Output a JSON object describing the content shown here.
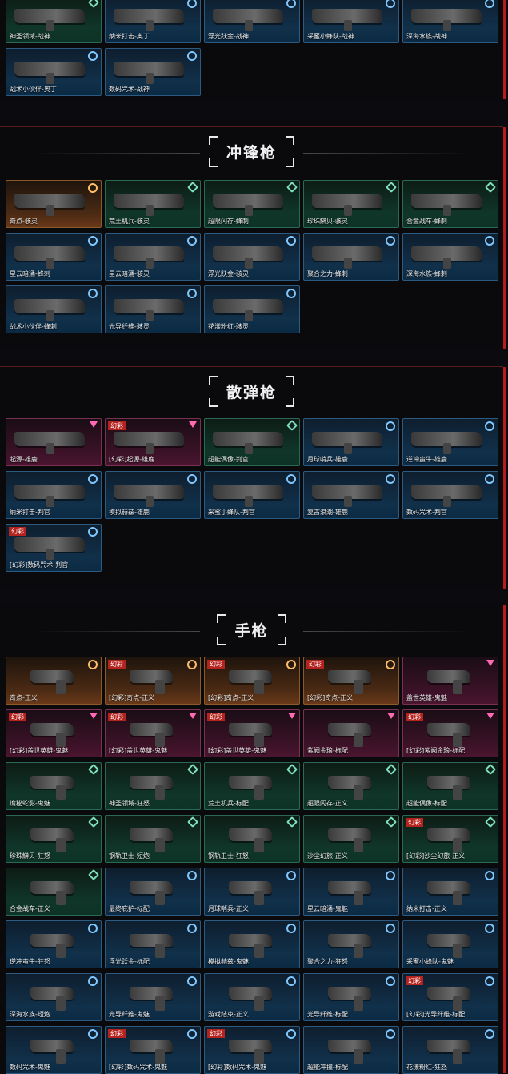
{
  "sections": [
    {
      "title": "",
      "cards": [
        {
          "name": "神圣领域-战神",
          "tier": "green",
          "badge": ""
        },
        {
          "name": "纳米打击-奥丁",
          "tier": "blue",
          "badge": ""
        },
        {
          "name": "浮光跃金-战神",
          "tier": "blue",
          "badge": ""
        },
        {
          "name": "采蜜小蜂队-战神",
          "tier": "blue",
          "badge": ""
        },
        {
          "name": "深海水族-战神",
          "tier": "blue",
          "badge": ""
        },
        {
          "name": "战术小伙伴-奥丁",
          "tier": "blue",
          "badge": ""
        },
        {
          "name": "数码咒术-战神",
          "tier": "blue",
          "badge": ""
        }
      ]
    },
    {
      "title": "冲锋枪",
      "cards": [
        {
          "name": "奇点-骇灵",
          "tier": "orange",
          "badge": ""
        },
        {
          "name": "荒土机兵-骇灵",
          "tier": "green",
          "badge": ""
        },
        {
          "name": "超限闪存-蜂刺",
          "tier": "green",
          "badge": ""
        },
        {
          "name": "珍珠鰰贝-骇灵",
          "tier": "green",
          "badge": ""
        },
        {
          "name": "合金战车-蜂刺",
          "tier": "green",
          "badge": ""
        },
        {
          "name": "星云暗涌-蜂刺",
          "tier": "blue",
          "badge": ""
        },
        {
          "name": "星云暗涌-骇灵",
          "tier": "blue",
          "badge": ""
        },
        {
          "name": "浮光跃金-骇灵",
          "tier": "blue",
          "badge": ""
        },
        {
          "name": "聚合之力-蜂刺",
          "tier": "blue",
          "badge": ""
        },
        {
          "name": "深海水族-蜂刺",
          "tier": "blue",
          "badge": ""
        },
        {
          "name": "战术小伙伴-蜂刺",
          "tier": "blue",
          "badge": ""
        },
        {
          "name": "光导纤维-骇灵",
          "tier": "blue",
          "badge": ""
        },
        {
          "name": "花漾粉红-骇灵",
          "tier": "blue",
          "badge": ""
        }
      ]
    },
    {
      "title": "散弹枪",
      "cards": [
        {
          "name": "起源-雄鹿",
          "tier": "pink",
          "badge": ""
        },
        {
          "name": "[幻彩]起源-雄鹿",
          "tier": "pink",
          "badge": "幻彩"
        },
        {
          "name": "超能偶像-判官",
          "tier": "green",
          "badge": ""
        },
        {
          "name": "月球哨兵-雄鹿",
          "tier": "blue",
          "badge": ""
        },
        {
          "name": "逆冲蛮牛-雄鹿",
          "tier": "blue",
          "badge": ""
        },
        {
          "name": "纳米打击-判官",
          "tier": "blue",
          "badge": ""
        },
        {
          "name": "模拟赫兹-雄鹿",
          "tier": "blue",
          "badge": ""
        },
        {
          "name": "采蜜小蜂队-判官",
          "tier": "blue",
          "badge": ""
        },
        {
          "name": "复古浪潮-雄鹿",
          "tier": "blue",
          "badge": ""
        },
        {
          "name": "数码咒术-判官",
          "tier": "blue",
          "badge": ""
        },
        {
          "name": "[幻彩]数码咒术-判官",
          "tier": "blue",
          "badge": "幻彩"
        }
      ]
    },
    {
      "title": "手枪",
      "cards": [
        {
          "name": "奇点-正义",
          "tier": "orange",
          "badge": ""
        },
        {
          "name": "[幻彩]奇点-正义",
          "tier": "orange",
          "badge": "幻彩"
        },
        {
          "name": "[幻彩]奇点-正义",
          "tier": "orange",
          "badge": "幻彩"
        },
        {
          "name": "[幻彩]奇点-正义",
          "tier": "orange",
          "badge": "幻彩"
        },
        {
          "name": "盖世英雄-鬼魅",
          "tier": "pink",
          "badge": ""
        },
        {
          "name": "[幻彩]盖世英雄-鬼魅",
          "tier": "pink",
          "badge": "幻彩"
        },
        {
          "name": "[幻彩]盖世英雄-鬼魅",
          "tier": "pink",
          "badge": "幻彩"
        },
        {
          "name": "[幻彩]盖世英雄-鬼魅",
          "tier": "pink",
          "badge": "幻彩"
        },
        {
          "name": "紫阙金琅-标配",
          "tier": "pink",
          "badge": ""
        },
        {
          "name": "[幻彩]紫阙金琅-标配",
          "tier": "pink",
          "badge": "幻彩"
        },
        {
          "name": "诡秘蛇影-鬼魅",
          "tier": "green",
          "badge": ""
        },
        {
          "name": "神圣领域-狂怒",
          "tier": "green",
          "badge": ""
        },
        {
          "name": "荒土机兵-标配",
          "tier": "green",
          "badge": ""
        },
        {
          "name": "超限闪存-正义",
          "tier": "green",
          "badge": ""
        },
        {
          "name": "超能偶像-标配",
          "tier": "green",
          "badge": ""
        },
        {
          "name": "珍珠鰰贝-狂怒",
          "tier": "green",
          "badge": ""
        },
        {
          "name": "钢轨卫士-短炮",
          "tier": "green",
          "badge": ""
        },
        {
          "name": "钢轨卫士-狂怒",
          "tier": "green",
          "badge": ""
        },
        {
          "name": "沙尘幻旅-正义",
          "tier": "green",
          "badge": ""
        },
        {
          "name": "[幻彩]沙尘幻旅-正义",
          "tier": "green",
          "badge": "幻彩"
        },
        {
          "name": "合金战车-正义",
          "tier": "green",
          "badge": ""
        },
        {
          "name": "最终庇护-标配",
          "tier": "blue",
          "badge": ""
        },
        {
          "name": "月球哨兵-正义",
          "tier": "blue",
          "badge": ""
        },
        {
          "name": "星云暗涌-鬼魅",
          "tier": "blue",
          "badge": ""
        },
        {
          "name": "纳米打击-正义",
          "tier": "blue",
          "badge": ""
        },
        {
          "name": "逆冲蛮牛-狂怒",
          "tier": "blue",
          "badge": ""
        },
        {
          "name": "浮光跃金-标配",
          "tier": "blue",
          "badge": ""
        },
        {
          "name": "模拟赫兹-鬼魅",
          "tier": "blue",
          "badge": ""
        },
        {
          "name": "聚合之力-狂怒",
          "tier": "blue",
          "badge": ""
        },
        {
          "name": "采蜜小蜂队-鬼魅",
          "tier": "blue",
          "badge": ""
        },
        {
          "name": "深海水族-短炮",
          "tier": "blue",
          "badge": ""
        },
        {
          "name": "光导纤维-鬼魅",
          "tier": "blue",
          "badge": ""
        },
        {
          "name": "游戏结束-正义",
          "tier": "blue",
          "badge": ""
        },
        {
          "name": "光导纤维-标配",
          "tier": "blue",
          "badge": ""
        },
        {
          "name": "[幻彩]光导纤维-标配",
          "tier": "blue",
          "badge": "幻彩"
        },
        {
          "name": "数码咒术-鬼魅",
          "tier": "blue",
          "badge": ""
        },
        {
          "name": "[幻彩]数码咒术-鬼魅",
          "tier": "blue",
          "badge": "幻彩"
        },
        {
          "name": "[幻彩]数码咒术-鬼魅",
          "tier": "blue",
          "badge": "幻彩"
        },
        {
          "name": "超能冲撞-标配",
          "tier": "blue",
          "badge": ""
        },
        {
          "name": "花漾粉红-狂怒",
          "tier": "blue",
          "badge": ""
        }
      ]
    }
  ]
}
